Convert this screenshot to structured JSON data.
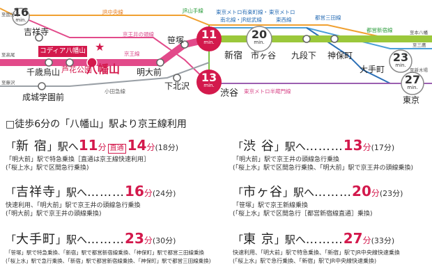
{
  "map": {
    "lines": {
      "chuo": "JR中央線",
      "yamanote": "JR山手線",
      "tokyo_metro_yurakucho": "東京メトロ有楽町線・",
      "namboku": "南北線・JR総武線",
      "tokyo_metro_tozai_a": "東京メトロ",
      "tozai": "東西線",
      "mita": "都営三田線",
      "shinjuku_line": "都営新宿線",
      "keio_inokashira": "京王井の頭線",
      "keio": "京王線",
      "odakyu": "小田急線",
      "hanzomon": "東京メトロ半蔵門線"
    },
    "edge_labels": {
      "tl": "至国分寺",
      "ml": "至高尾",
      "bl": "至藤沢",
      "tr": "至本八幡",
      "r": "至三鷹",
      "br": "至新木場"
    },
    "stations": {
      "kichijoji": "吉祥寺",
      "chitose_karasuyama": "千歳烏山",
      "rokakoen": "芦花公園",
      "hachimanyama": "八幡山",
      "seijo": "成城学園前",
      "meidaimae": "明大前",
      "sasazuka": "笹塚",
      "shimokitazawa": "下北沢",
      "shinjuku": "新宿",
      "shibuya": "渋谷",
      "ichigaya": "市ヶ谷",
      "kudanshita": "九段下",
      "jimbocho": "神保町",
      "otemachi": "大手町",
      "tokyo": "東京"
    },
    "property_label": "コディア八幡山",
    "marks": [
      {
        "n": "16",
        "u": "min."
      },
      {
        "n": "11",
        "u": "min."
      },
      {
        "n": "13",
        "u": "min."
      },
      {
        "n": "20",
        "u": "min."
      },
      {
        "n": "23",
        "u": "min."
      },
      {
        "n": "27",
        "u": "min."
      }
    ]
  },
  "intro": "□徒歩6分の「八幡山」駅より京王線利用",
  "routes": {
    "shinjuku": {
      "open": "「",
      "name": "新 宿",
      "close": "」駅へ",
      "dots": "",
      "min": "11",
      "unit": "分",
      "direct_label": "直通",
      "direct_min": "14",
      "direct_unit": "分",
      "alt": "(18分)",
      "note1": "「明大前」駅で特急乗換［直通は京王線快速利用］",
      "note2": "(「桜上水」駅で区間急行乗換)"
    },
    "kichijoji": {
      "open": "「",
      "name": "吉祥寺",
      "close": "」駅へ",
      "dots": "………",
      "min": "16",
      "unit": "分",
      "alt": "(24分)",
      "note1": "快速利用、「明大前」駅で京王井の頭線急行乗換",
      "note2": "(「明大前」駅で京王井の頭線乗換)"
    },
    "otemachi": {
      "open": "「",
      "name": "大手町",
      "close": "」駅へ",
      "dots": "………",
      "min": "23",
      "unit": "分",
      "alt": "(30分)",
      "note1": "「笹塚」駅で特急乗換、「新宿」駅で都営新宿線乗換、「神保町」駅で都営三田線乗換",
      "note2": "(「桜上水」駅で急行乗換、「新宿」駅で都営新宿線乗換、「神保町」駅で都営三田線乗換)"
    },
    "shibuya": {
      "open": "「",
      "name": "渋 谷",
      "close": "」駅へ",
      "dots": "………",
      "min": "13",
      "unit": "分",
      "alt": "(17分)",
      "note1": "「明大前」駅で京王井の頭線急行乗換",
      "note2": "(「桜上水」駅で区間急行乗換、「明大前」駅で京王井の頭線乗換)"
    },
    "ichigaya": {
      "open": "「",
      "name": "市ヶ谷",
      "close": "」駅へ",
      "dots": "………",
      "min": "20",
      "unit": "分",
      "alt": "(23分)",
      "note1": "「笹塚」駅で京王新線乗換",
      "note2": "(「桜上水」駅で区間急行［都営新宿線直通］乗換)"
    },
    "tokyo": {
      "open": "「",
      "name": "東 京",
      "close": "」駅へ",
      "dots": "………",
      "min": "27",
      "unit": "分",
      "alt": "(33分)",
      "note1": "快速利用、「明大前」駅で特急乗換、「新宿」駅でJR中央線快速乗換",
      "note2": "(「桜上水」駅で急行乗換、「新宿」駅でJR中央線快速乗換)"
    }
  }
}
